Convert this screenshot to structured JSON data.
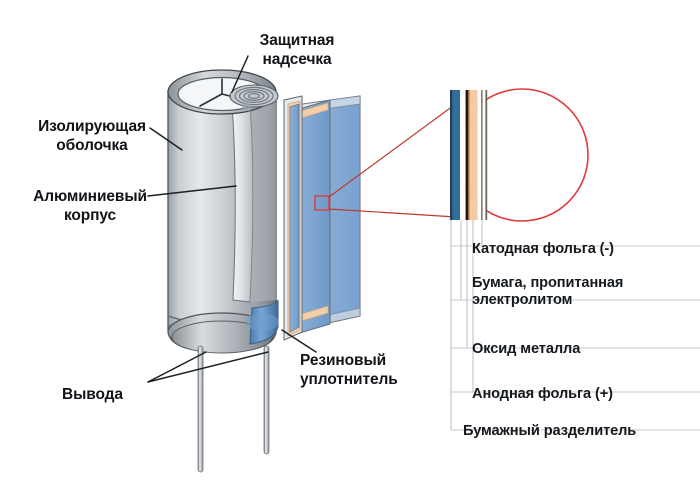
{
  "diagram": {
    "title_alt": "Устройство алюминиевого электролитического конденсатора",
    "background": "#ffffff"
  },
  "callouts": {
    "vent": {
      "label": "Защитная\nнадсечка"
    },
    "sleeve": {
      "label": "Изолирующая\nоболочка"
    },
    "case": {
      "label": "Алюминиевый\nкорпус"
    },
    "seal": {
      "label": "Резиновый\nуплотнитель"
    },
    "leads": {
      "label": "Вывода"
    }
  },
  "legend": {
    "items": [
      {
        "label": "Катодная фольга (-)",
        "color": "#2f6f9e"
      },
      {
        "label": "Бумага, пропитанная\nэлектролитом",
        "color": "#ffffff"
      },
      {
        "label": "Оксид металла",
        "color": "#1a1a1a"
      },
      {
        "label": "Анодная фольга (+)",
        "color": "#f0c9a4"
      },
      {
        "label": "Бумажный разделитель",
        "color": "#8a7f76"
      }
    ]
  },
  "magnifier": {
    "stack_layers": [
      {
        "name": "cathode-foil",
        "color": "#2f6f9e"
      },
      {
        "name": "electrolyte-paper",
        "color": "#ffffff"
      },
      {
        "name": "metal-oxide",
        "color": "#17171a"
      },
      {
        "name": "anode-foil",
        "color": "#f2cba6"
      },
      {
        "name": "paper-separator",
        "color": "#8d837a"
      }
    ],
    "outline_color": "#e03a3a"
  },
  "colors": {
    "can_light": "#e9ebed",
    "can_mid": "#b9bec3",
    "can_dark": "#7d8489",
    "foil_blue": "#7ba7d4",
    "foil_tan": "#f3cfa8",
    "rubber_blue": "#5b8fc4",
    "lead_gray": "#aeb3b7",
    "line": "#1b1e22",
    "red": "#e03a3a"
  }
}
